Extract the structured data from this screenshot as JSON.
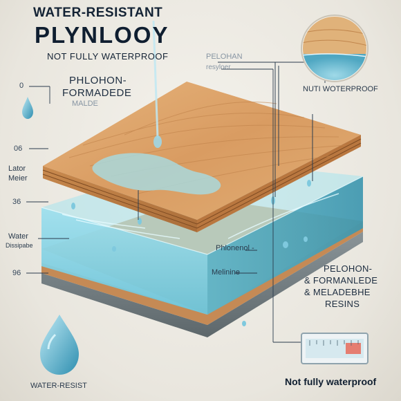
{
  "title": {
    "line1": "WATER-RESISTANT",
    "line2": "PLYNLOOY",
    "line3": "NOT  FULLY WATERPROOF"
  },
  "labels": {
    "pelohan_top": "PELOHAN",
    "resyloer": "resyloer",
    "phlohon": "PHLOHON-",
    "formadede": "FORMADEDE",
    "malde": "MALDE",
    "lator": "Lator",
    "meier": "Meier",
    "water": "Water",
    "dissipate": "Dissipabe",
    "phlonenol": "Phlonenol -",
    "melinine": "Melinine",
    "right_1": "PELOHON-",
    "right_2": "& FORMANLEDE",
    "right_3": "& MELADEBHE",
    "right_4": "RESINS",
    "nuti_waterproof": "NUTI WOTERPROOF",
    "water_resist": "WATER-RESIST",
    "not_fully_waterproof": "Not fully waterproof",
    "num_0": "0",
    "num_06": "06",
    "num_36": "36",
    "num_96": "96"
  },
  "icons": [
    "water-drop-icon",
    "moisture-meter-icon"
  ],
  "colors": {
    "wood": "#d9a46a",
    "water": "#8fd3e4",
    "base": "#6f7b80"
  }
}
